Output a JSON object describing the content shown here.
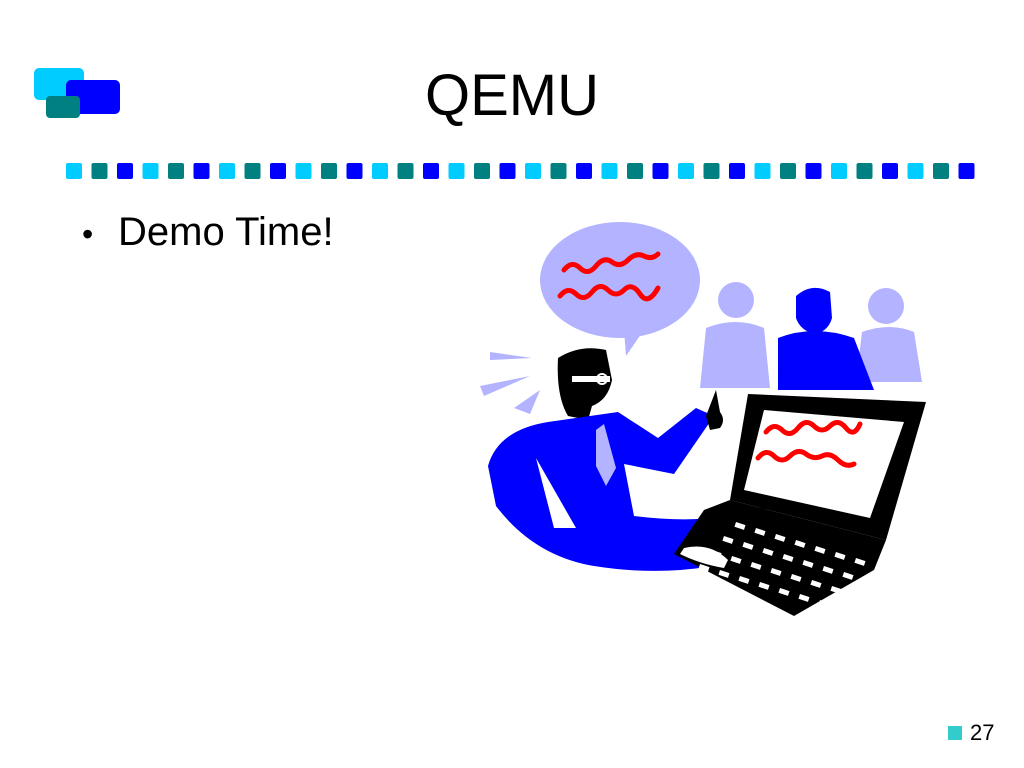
{
  "slide": {
    "title": "QEMU",
    "bullets": [
      "Demo Time!"
    ],
    "bullet_glyph": "•",
    "page_number": "27"
  },
  "colors": {
    "cyan": "#00ccff",
    "teal": "#008080",
    "blue": "#0000ff",
    "lavender": "#b3b3ff",
    "red": "#ff0000"
  },
  "icons": {
    "logo": "overlapping-rectangles-icon",
    "illustration": "presenter-at-laptop-clipart"
  }
}
